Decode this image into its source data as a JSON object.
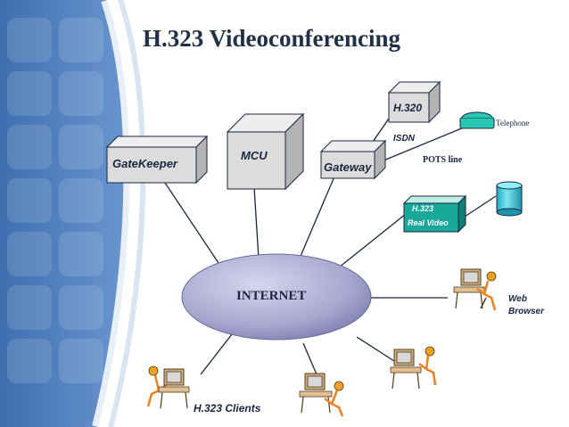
{
  "slide": {
    "title": "H.323 Videoconferencing"
  },
  "nodes": {
    "gatekeeper": "GateKeeper",
    "mcu": "MCU",
    "gateway": "Gateway",
    "h320": "H.320",
    "isdn": "ISDN",
    "telephone": "Telephone",
    "pots_line": "POTS line",
    "realvideo_line1": "H.323",
    "realvideo_line2": "Real Video",
    "internet": "INTERNET",
    "web_browser_line1": "Web",
    "web_browser_line2": "Browser",
    "clients": "H.323 Clients"
  },
  "colors": {
    "box_face": "#dcdcdc",
    "box_top": "#eeeeee",
    "box_side": "#b4b4b4",
    "internet_fill": "#a8a8d0",
    "realvideo_face": "#1aa89a",
    "realvideo_text": "#ffffff",
    "telephone": "#28c6b0",
    "server_cylinder": "#3fd4de",
    "background_panel": "#4a78b8"
  }
}
